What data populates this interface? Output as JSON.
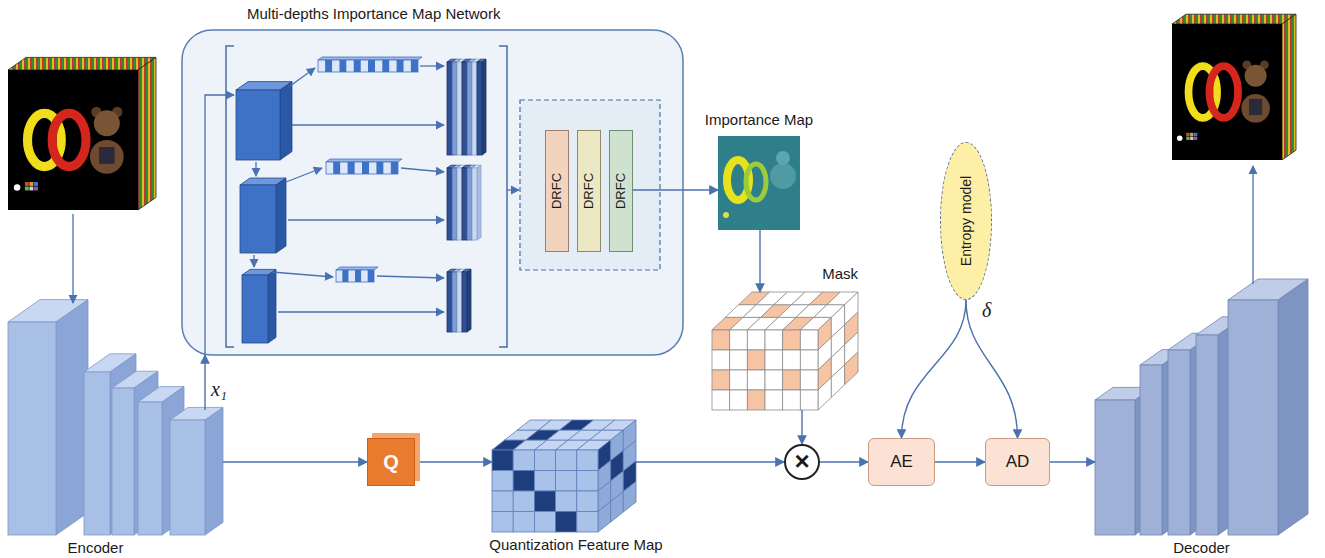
{
  "diagram": {
    "nodes": [
      {
        "text": [
          "Multi-depths Importance Map Network"
        ]
      },
      {
        "text": [
          "DRFC"
        ],
        "in": 0
      },
      {
        "text": [
          "DRFC"
        ],
        "in": 0
      },
      {
        "text": [
          "DRFC"
        ],
        "in": 0
      },
      {
        "text": [
          "Importance Map"
        ]
      },
      {
        "text": [
          "Mask"
        ]
      },
      {
        "text": [
          "Encoder"
        ]
      },
      {
        "text": [
          "Q"
        ]
      },
      {
        "text": [
          "Quantization Feature Map"
        ]
      },
      {
        "text": [
          "×"
        ]
      },
      {
        "text": [
          "Entropy model"
        ]
      },
      {
        "text": [
          "AE"
        ]
      },
      {
        "text": [
          "AD"
        ]
      },
      {
        "text": [
          "Decoder"
        ]
      }
    ],
    "edges": [
      {
        "from": 6,
        "to": 0,
        "arrow": "to"
      },
      {
        "from": 6,
        "to": 7,
        "arrow": "to"
      },
      {
        "from": 7,
        "to": 8,
        "arrow": "to"
      },
      {
        "from": 8,
        "to": 9,
        "arrow": "to"
      },
      {
        "from": 3,
        "to": 4,
        "arrow": "to"
      },
      {
        "from": 4,
        "to": 5,
        "arrow": "to"
      },
      {
        "from": 5,
        "to": 9,
        "arrow": "to"
      },
      {
        "from": 9,
        "to": 11,
        "arrow": "to"
      },
      {
        "from": 10,
        "to": 11,
        "arrow": "to"
      },
      {
        "from": 10,
        "to": 12,
        "arrow": "to"
      },
      {
        "from": 11,
        "to": 12,
        "arrow": "to"
      },
      {
        "from": 12,
        "to": 13,
        "arrow": "to"
      }
    ],
    "labels": [
      "x₁",
      "δ"
    ]
  }
}
